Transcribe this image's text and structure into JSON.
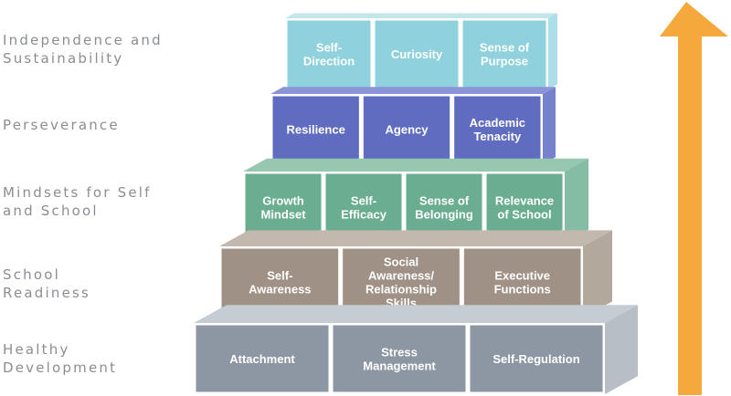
{
  "levels": [
    {
      "id": "independence",
      "label_lines": [
        "Independence and",
        "Sustainability"
      ],
      "colors": {
        "front": "#8fd1dc",
        "top": "#c1e6ed",
        "side": "#abdee6",
        "line": "#ffffff"
      },
      "blocks": [
        [
          "Self-",
          "Direction"
        ],
        [
          "Curiosity"
        ],
        [
          "Sense of",
          "Purpose"
        ]
      ]
    },
    {
      "id": "perseverance",
      "label_lines": [
        "Perseverance"
      ],
      "colors": {
        "front": "#5f6cc0",
        "top": "#8a94d6",
        "side": "#7782cc",
        "line": "#ffffff"
      },
      "blocks": [
        [
          "Resilience"
        ],
        [
          "Agency"
        ],
        [
          "Academic",
          "Tenacity"
        ]
      ]
    },
    {
      "id": "mindsets",
      "label_lines": [
        "Mindsets for Self",
        "and School"
      ],
      "colors": {
        "front": "#6aad91",
        "top": "#95c7b1",
        "side": "#85bda4",
        "line": "#ffffff"
      },
      "blocks": [
        [
          "Growth",
          "Mindset"
        ],
        [
          "Self-",
          "Efficacy"
        ],
        [
          "Sense of",
          "Belonging"
        ],
        [
          "Relevance",
          "of School"
        ]
      ]
    },
    {
      "id": "readiness",
      "label_lines": [
        "School",
        "Readiness"
      ],
      "colors": {
        "front": "#9f9185",
        "top": "#c2b8ae",
        "side": "#b3a89c",
        "line": "#ffffff"
      },
      "blocks": [
        [
          "Self-",
          "Awareness"
        ],
        [
          "Social",
          "Awareness/",
          "Relationship",
          "Skills"
        ],
        [
          "Executive",
          "Functions"
        ]
      ]
    },
    {
      "id": "healthy",
      "label_lines": [
        "Healthy",
        "Development"
      ],
      "colors": {
        "front": "#8d97a3",
        "top": "#c5ccd4",
        "side": "#b7bec6",
        "line": "#ffffff"
      },
      "blocks": [
        [
          "Attachment"
        ],
        [
          "Stress",
          "Management"
        ],
        [
          "Self-Regulation"
        ]
      ]
    }
  ],
  "arrow_color": "#f5a83c"
}
